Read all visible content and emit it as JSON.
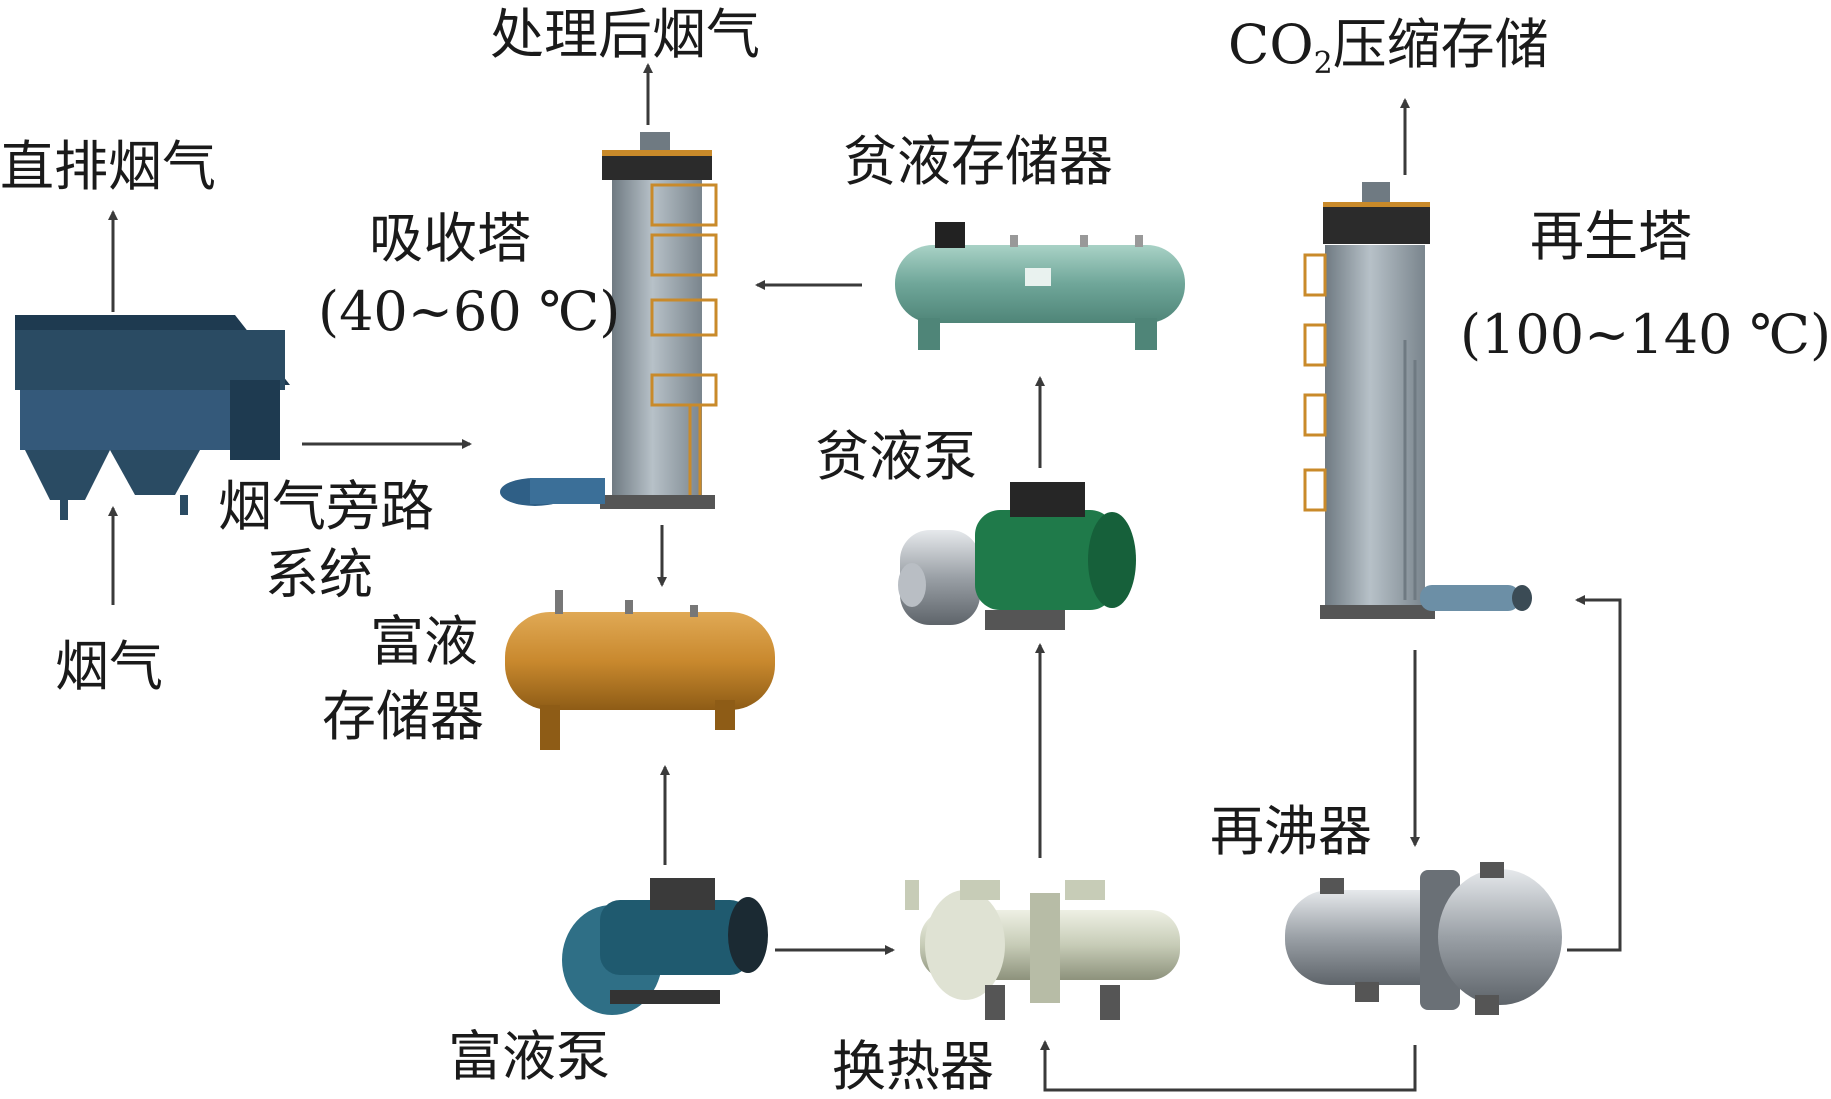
{
  "labels": {
    "treated_gas": "处理后烟气",
    "direct_exhaust": "直排烟气",
    "absorber_name": "吸收塔",
    "absorber_temp": "(40~60 ℃)",
    "lean_tank": "贫液存储器",
    "co2_prefix": "CO",
    "co2_sub": "2",
    "co2_suffix": "压缩存储",
    "regen_name": "再生塔",
    "regen_temp": "(100~140 ℃)",
    "bypass_line1": "烟气旁路",
    "bypass_line2": "系统",
    "flue_gas": "烟气",
    "lean_pump": "贫液泵",
    "rich_tank_line1": "富液",
    "rich_tank_line2": "存储器",
    "reboiler": "再沸器",
    "rich_pump": "富液泵",
    "heat_exchanger": "换热器"
  },
  "colors": {
    "arrow": "#3a3a3a",
    "tower": "#8e9aa3",
    "platform": "#c98a2a",
    "lean_tank": "#7fb3a6",
    "rich_tank": "#c9892e",
    "pump_green": "#1f7a4a",
    "pump_steel": "#c7ccd1",
    "pump_blue": "#2f6f86",
    "exchanger": "#cfd3c2",
    "reboiler": "#9a9ea3",
    "bypass": "#2a4b63"
  }
}
